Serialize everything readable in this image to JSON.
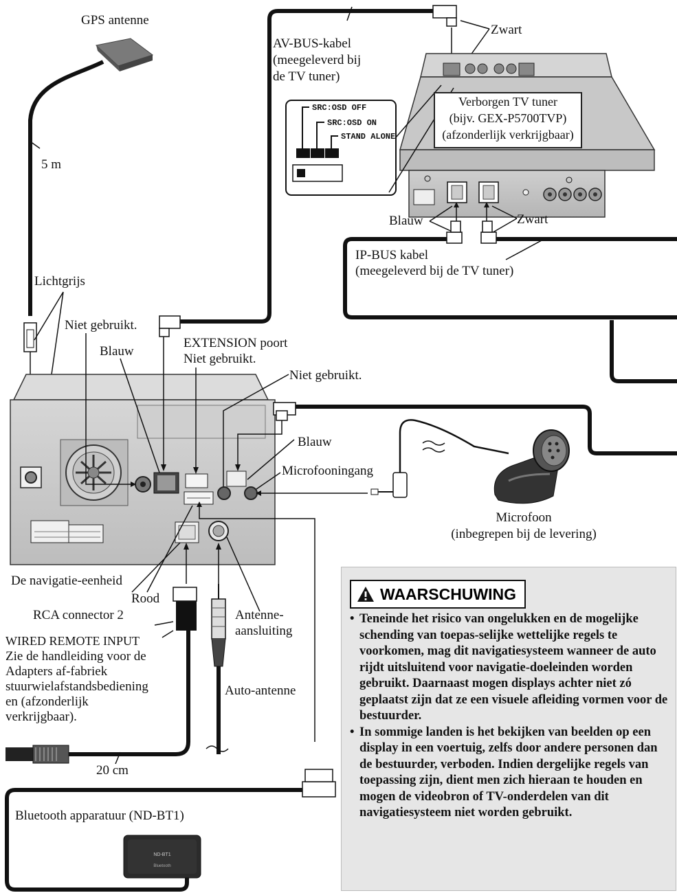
{
  "labels": {
    "gps_antenna": "GPS antenne",
    "cable_length_5m": "5 m",
    "light_grey": "Lichtgrijs",
    "not_used_1": "Niet gebruikt.",
    "blue_1": "Blauw",
    "extension_port": "EXTENSION poort",
    "not_used_2": "Niet gebruikt.",
    "not_used_3": "Niet gebruikt.",
    "blue_2": "Blauw",
    "mic_input": "Microfooningang",
    "navigation_unit": "De navigatie-eenheid",
    "red": "Rood",
    "rca_connector": "RCA connector 2",
    "wired_remote_1": "WIRED REMOTE INPUT",
    "wired_remote_2": "Zie de handleiding voor de",
    "wired_remote_3": "Adapters af-fabriek",
    "wired_remote_4": "stuurwielafstandsbediening",
    "wired_remote_5": "en (afzonderlijk",
    "wired_remote_6": "verkrijgbaar).",
    "antenna_conn_1": "Antenne-",
    "antenna_conn_2": "aansluiting",
    "car_antenna": "Auto-antenne",
    "cable_20cm": "20 cm",
    "bluetooth_unit": "Bluetooth apparatuur (ND-BT1)",
    "microphone": "Microfoon",
    "microphone_note": "(inbegrepen bij de levering)",
    "avbus_1": "AV-BUS-kabel",
    "avbus_2": "(meegeleverd bij",
    "avbus_3": "de TV tuner)",
    "black_1": "Zwart",
    "black_2": "Zwart",
    "blue_3": "Blauw",
    "ipbus_1": "IP-BUS kabel",
    "ipbus_2": "(meegeleverd bij de TV tuner)"
  },
  "tuner": {
    "line1": "Verborgen TV tuner",
    "line2": "(bijv. GEX-P5700TVP)",
    "line3": "(afzonderlijk verkrijgbaar)"
  },
  "switch_inset": {
    "opt1": "SRC:OSD OFF",
    "opt2": "SRC:OSD ON",
    "opt3": "STAND ALONE"
  },
  "device_print": {
    "bt_model": "ND-BT1",
    "bt_brand": "Bluetooth"
  },
  "warning": {
    "title": "WAARSCHUWING",
    "items": [
      "Teneinde het risico van ongelukken en de mogelijke schending van toepas-selijke wettelijke regels te voorkomen, mag dit navigatiesysteem wanneer de auto rijdt uitsluitend voor navigatie-doeleinden worden gebruikt. Daarnaast mogen displays achter niet zó geplaatst zijn dat ze een visuele afleiding vormen voor de bestuurder.",
      "In sommige landen is het bekijken van beelden op een display in een voertuig, zelfs door andere personen dan de bestuurder, verboden. Indien dergelijke regels van toepassing zijn, dient men zich hieraan te houden en mogen de videobron of TV-onderdelen van dit navigatiesysteem niet worden gebruikt."
    ]
  },
  "icons": [
    "warning-triangle-icon"
  ]
}
